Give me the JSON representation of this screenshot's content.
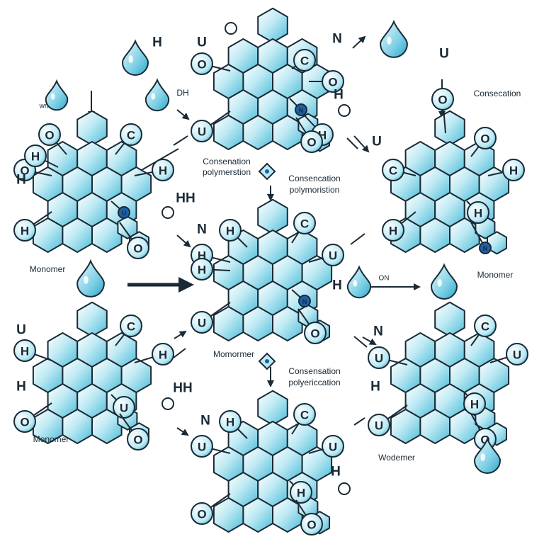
{
  "palette": {
    "hex_fill_light": "#e6f8fc",
    "hex_fill_dark": "#55c3dd",
    "hex_stroke": "#1a2a36",
    "drop_fill_light": "#d6f4fb",
    "drop_fill_dark": "#3fb3d2",
    "arrow": "#1a2a36",
    "blue_dot": "#1d5fa8"
  },
  "labels": {
    "wn": "wn",
    "dh": "DH",
    "h_top": "H",
    "u_top": "U",
    "n_top": "N",
    "u_topright": "U",
    "consecation": "Consecation",
    "monomer_left": "Monomer",
    "monomer_right": "Monomer",
    "monomer_center": "Momormer",
    "monomer_bottom_left": "Monomer",
    "wodemer": "Wodemer",
    "hh_left": "HH",
    "hh_bottom": "HH",
    "h_mid_right": "H",
    "on": "ON",
    "n_right_mid": "N",
    "u_left_bottom": "U",
    "h_left_bottom": "H",
    "h_bottom_right": "H",
    "cond_poly_1a": "Consenation",
    "cond_poly_1b": "polymerstion",
    "cond_poly_2a": "Consencation",
    "cond_poly_2b": "polymoristion",
    "cond_poly_3a": "Consensation",
    "cond_poly_3b": "polyericcation",
    "h_center_top": "H",
    "h_bottom_center": "H",
    "n_center": "N",
    "n_bottom": "N",
    "u_right_top": "U"
  },
  "molecules": [
    {
      "id": "top-center",
      "labels": [
        "O",
        "U",
        "C",
        "O",
        "H",
        "N",
        "O"
      ]
    },
    {
      "id": "left-upper",
      "labels": [
        "O",
        "C",
        "O",
        "H",
        "H",
        "U",
        "H",
        "O"
      ]
    },
    {
      "id": "right-upper",
      "labels": [
        "O",
        "C",
        "H",
        "H",
        "H",
        "N",
        "O"
      ]
    },
    {
      "id": "center",
      "labels": [
        "C",
        "H",
        "H",
        "U",
        "U",
        "N",
        "O",
        "H"
      ]
    },
    {
      "id": "left-lower",
      "labels": [
        "C",
        "H",
        "H",
        "O",
        "U",
        "O"
      ]
    },
    {
      "id": "right-lower",
      "labels": [
        "C",
        "U",
        "U",
        "U",
        "H",
        "O"
      ]
    },
    {
      "id": "bottom-center",
      "labels": [
        "C",
        "U",
        "U",
        "O",
        "H",
        "H",
        "O"
      ]
    }
  ]
}
